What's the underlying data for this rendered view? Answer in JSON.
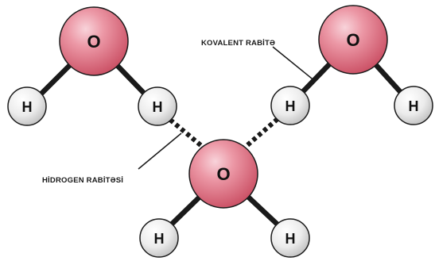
{
  "labels": {
    "covalent_bond": "KOVALENT RABİTƏ",
    "hydrogen_bond": "HİDROGEN RABİTƏSİ"
  },
  "atoms": {
    "oxygen_symbol": "O",
    "hydrogen_symbol": "H"
  },
  "colors": {
    "oxygen_fill": "#e06e80",
    "oxygen_highlight": "#f7c9d1",
    "hydrogen_fill": "#e6e6e6",
    "hydrogen_highlight": "#ffffff",
    "outline": "#1a1a1a",
    "bond": "#1a1a1a"
  }
}
